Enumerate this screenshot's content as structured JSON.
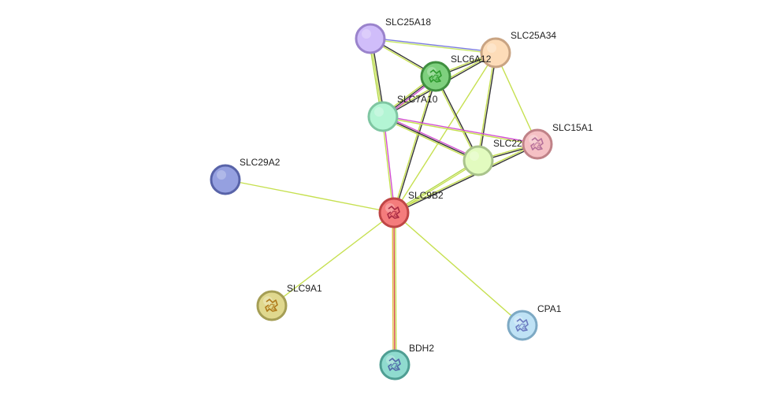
{
  "nodes": [
    {
      "id": "SLC25A18",
      "label": "SLC25A18",
      "fill": "#d0bdfa",
      "stroke": "#9a83cc",
      "glyph": false
    },
    {
      "id": "SLC25A34",
      "label": "SLC25A34",
      "fill": "#fddcb8",
      "stroke": "#c9a483",
      "glyph": false
    },
    {
      "id": "SLC6A12",
      "label": "SLC6A12",
      "fill": "#7ed07e",
      "stroke": "#3f8f3f",
      "glyph": true,
      "glyph_color": "#2e9a2e"
    },
    {
      "id": "SLC7A10",
      "label": "SLC7A10",
      "fill": "#b3f5d4",
      "stroke": "#7fc6a2",
      "glyph": false
    },
    {
      "id": "SLC15A1",
      "label": "SLC15A1",
      "fill": "#f5c0c4",
      "stroke": "#c08288",
      "glyph": true,
      "glyph_color": "#b5709a"
    },
    {
      "id": "SLC22",
      "label": "SLC22",
      "fill": "#e2fbbf",
      "stroke": "#a9c38b",
      "glyph": false
    },
    {
      "id": "SLC29A2",
      "label": "SLC29A2",
      "fill": "#95a0e0",
      "stroke": "#5863a8",
      "glyph": false
    },
    {
      "id": "SLC9B2",
      "label": "SLC9B2",
      "fill": "#f47c7c",
      "stroke": "#bf4646",
      "glyph": true,
      "glyph_color": "#a82a44"
    },
    {
      "id": "SLC9A1",
      "label": "SLC9A1",
      "fill": "#e0d88e",
      "stroke": "#a59e55",
      "glyph": true,
      "glyph_color": "#b07a1a"
    },
    {
      "id": "CPA1",
      "label": "CPA1",
      "fill": "#bfe2f5",
      "stroke": "#7da9c4",
      "glyph": true,
      "glyph_color": "#6a79c0"
    },
    {
      "id": "BDH2",
      "label": "BDH2",
      "fill": "#8fdbcf",
      "stroke": "#4f9e93",
      "glyph": true,
      "glyph_color": "#5068a8"
    }
  ],
  "edges": [
    {
      "source": "SLC25A18",
      "target": "SLC25A34",
      "colors": [
        "#7b7be0",
        "#c9e86a"
      ]
    },
    {
      "source": "SLC25A18",
      "target": "SLC6A12",
      "colors": [
        "#333333",
        "#c6e050"
      ]
    },
    {
      "source": "SLC25A18",
      "target": "SLC7A10",
      "colors": [
        "#333333",
        "#c6e050",
        "#b3d84a"
      ]
    },
    {
      "source": "SLC25A34",
      "target": "SLC6A12",
      "colors": [
        "#333333",
        "#c6e050"
      ]
    },
    {
      "source": "SLC25A34",
      "target": "SLC7A10",
      "colors": [
        "#333333",
        "#c6e050"
      ]
    },
    {
      "source": "SLC25A34",
      "target": "SLC22",
      "colors": [
        "#333333",
        "#c6e050"
      ]
    },
    {
      "source": "SLC25A34",
      "target": "SLC15A1",
      "colors": [
        "#c6e050"
      ]
    },
    {
      "source": "SLC25A34",
      "target": "SLC9B2",
      "colors": [
        "#c6e050"
      ]
    },
    {
      "source": "SLC6A12",
      "target": "SLC7A10",
      "colors": [
        "#d24fd2",
        "#333333",
        "#c6e050"
      ]
    },
    {
      "source": "SLC6A12",
      "target": "SLC22",
      "colors": [
        "#333333",
        "#c6e050"
      ]
    },
    {
      "source": "SLC6A12",
      "target": "SLC9B2",
      "colors": [
        "#333333",
        "#c6e050"
      ]
    },
    {
      "source": "SLC7A10",
      "target": "SLC22",
      "colors": [
        "#d24fd2",
        "#333333",
        "#c6e050"
      ]
    },
    {
      "source": "SLC7A10",
      "target": "SLC15A1",
      "colors": [
        "#d24fd2",
        "#c6e050"
      ]
    },
    {
      "source": "SLC7A10",
      "target": "SLC9B2",
      "colors": [
        "#d24fd2",
        "#c6e050"
      ]
    },
    {
      "source": "SLC15A1",
      "target": "SLC22",
      "colors": [
        "#333333",
        "#c6e050"
      ]
    },
    {
      "source": "SLC15A1",
      "target": "SLC9B2",
      "colors": [
        "#333333",
        "#c6e050"
      ]
    },
    {
      "source": "SLC22",
      "target": "SLC9B2",
      "colors": [
        "#c6e050",
        "#b3d84a"
      ]
    },
    {
      "source": "SLC29A2",
      "target": "SLC9B2",
      "colors": [
        "#c6e050"
      ]
    },
    {
      "source": "SLC9A1",
      "target": "SLC9B2",
      "colors": [
        "#c6e050"
      ]
    },
    {
      "source": "CPA1",
      "target": "SLC9B2",
      "colors": [
        "#c6e050"
      ]
    },
    {
      "source": "BDH2",
      "target": "SLC9B2",
      "colors": [
        "#e0c040",
        "#d84a4a",
        "#c6e050"
      ]
    }
  ]
}
